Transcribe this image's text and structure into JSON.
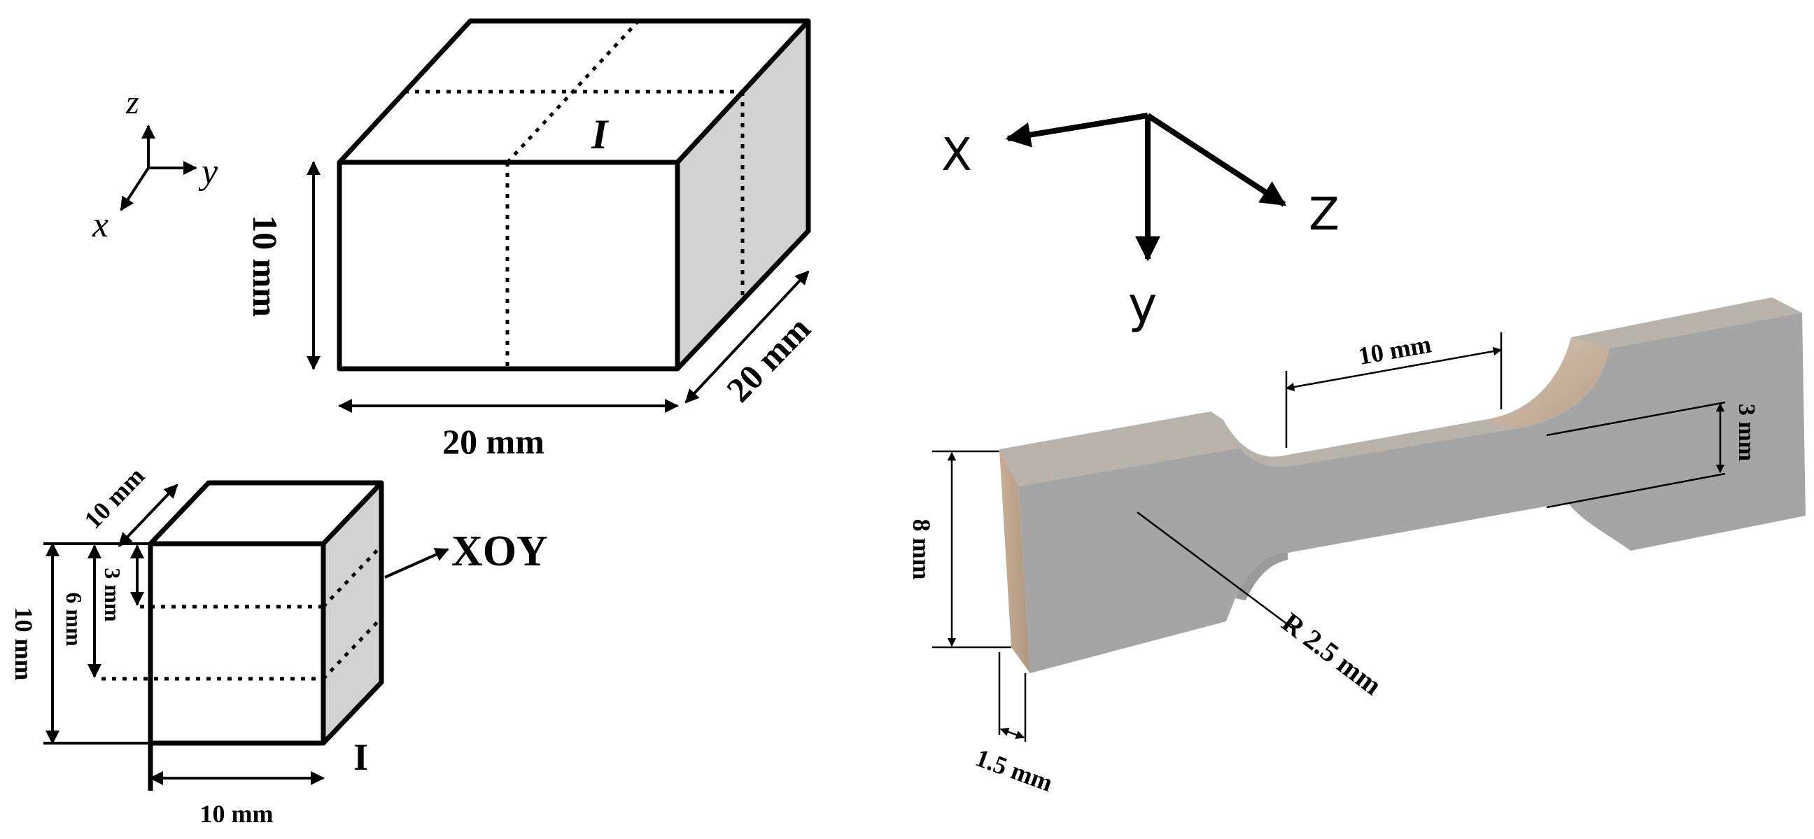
{
  "left_axes": {
    "z": "z",
    "y": "y",
    "x": "x"
  },
  "large_block": {
    "section_label": "I",
    "height": "10 mm",
    "width": "20 mm",
    "depth": "20 mm"
  },
  "small_block": {
    "depth": "10 mm",
    "height": "10 mm",
    "layer_1_offset": "3 mm",
    "layer_2_offset": "6 mm",
    "width": "10 mm",
    "plane_label": "XOY",
    "section_label": "I"
  },
  "right_axes": {
    "x": "X",
    "y": "y",
    "z": "Z"
  },
  "specimen": {
    "gauge_length": "10 mm",
    "gauge_width": "3 mm",
    "grip_width": "8 mm",
    "radius": "R  2.5 mm",
    "thickness": "1.5 mm"
  },
  "colors": {
    "shade": "#d2d2d2",
    "specimen_face": "#a5a5a5",
    "specimen_top": "#b9b2ab",
    "specimen_side": "#bfa68c",
    "fillet": "#c9b7a8"
  }
}
